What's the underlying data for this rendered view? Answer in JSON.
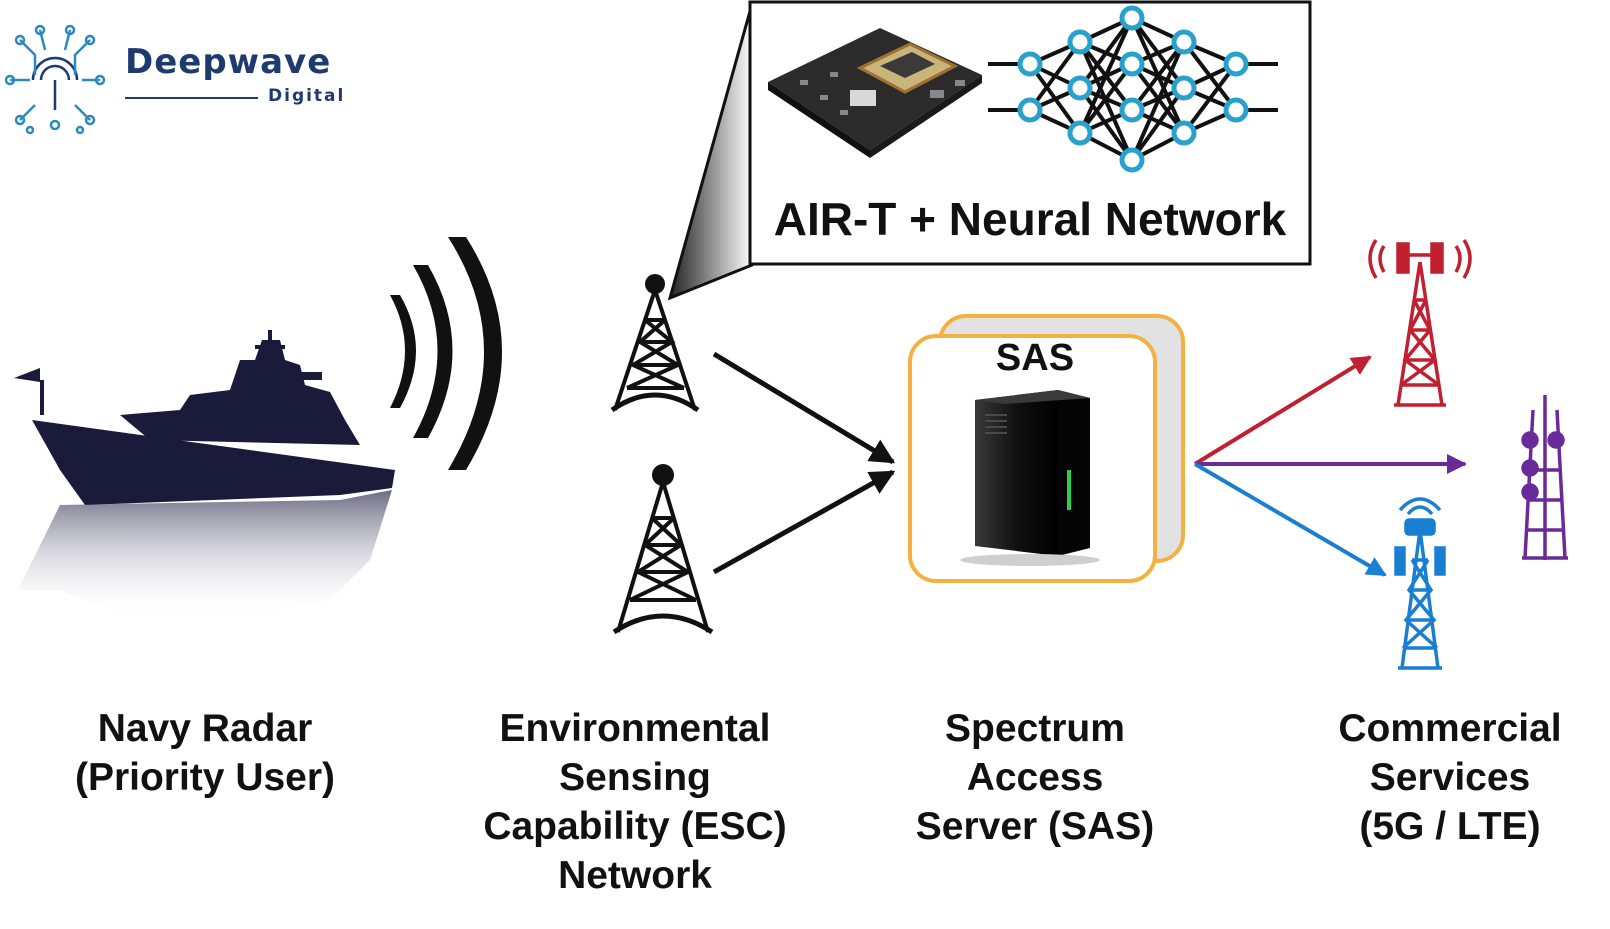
{
  "logo": {
    "name": "Deepwave",
    "sub": "Digital",
    "color": "#1e3a6e",
    "icon": "circuit-antenna-icon"
  },
  "inset": {
    "caption": "AIR-T + Neural Network"
  },
  "sas_box": {
    "title": "SAS"
  },
  "labels": {
    "navy": [
      "Navy Radar",
      "(Priority User)"
    ],
    "esc": [
      "Environmental",
      "Sensing",
      "Capability (ESC)",
      "Network"
    ],
    "sas": [
      "Spectrum",
      "Access",
      "Server (SAS)"
    ],
    "commercial": [
      "Commercial",
      "Services",
      "(5G / LTE)"
    ]
  },
  "colors": {
    "sas_border": "#f5b042",
    "tower_red": "#c0202f",
    "tower_purple": "#6a2a9a",
    "tower_blue": "#1a7fd0",
    "ship": "#1a1a3a",
    "arrow": "#111111"
  }
}
